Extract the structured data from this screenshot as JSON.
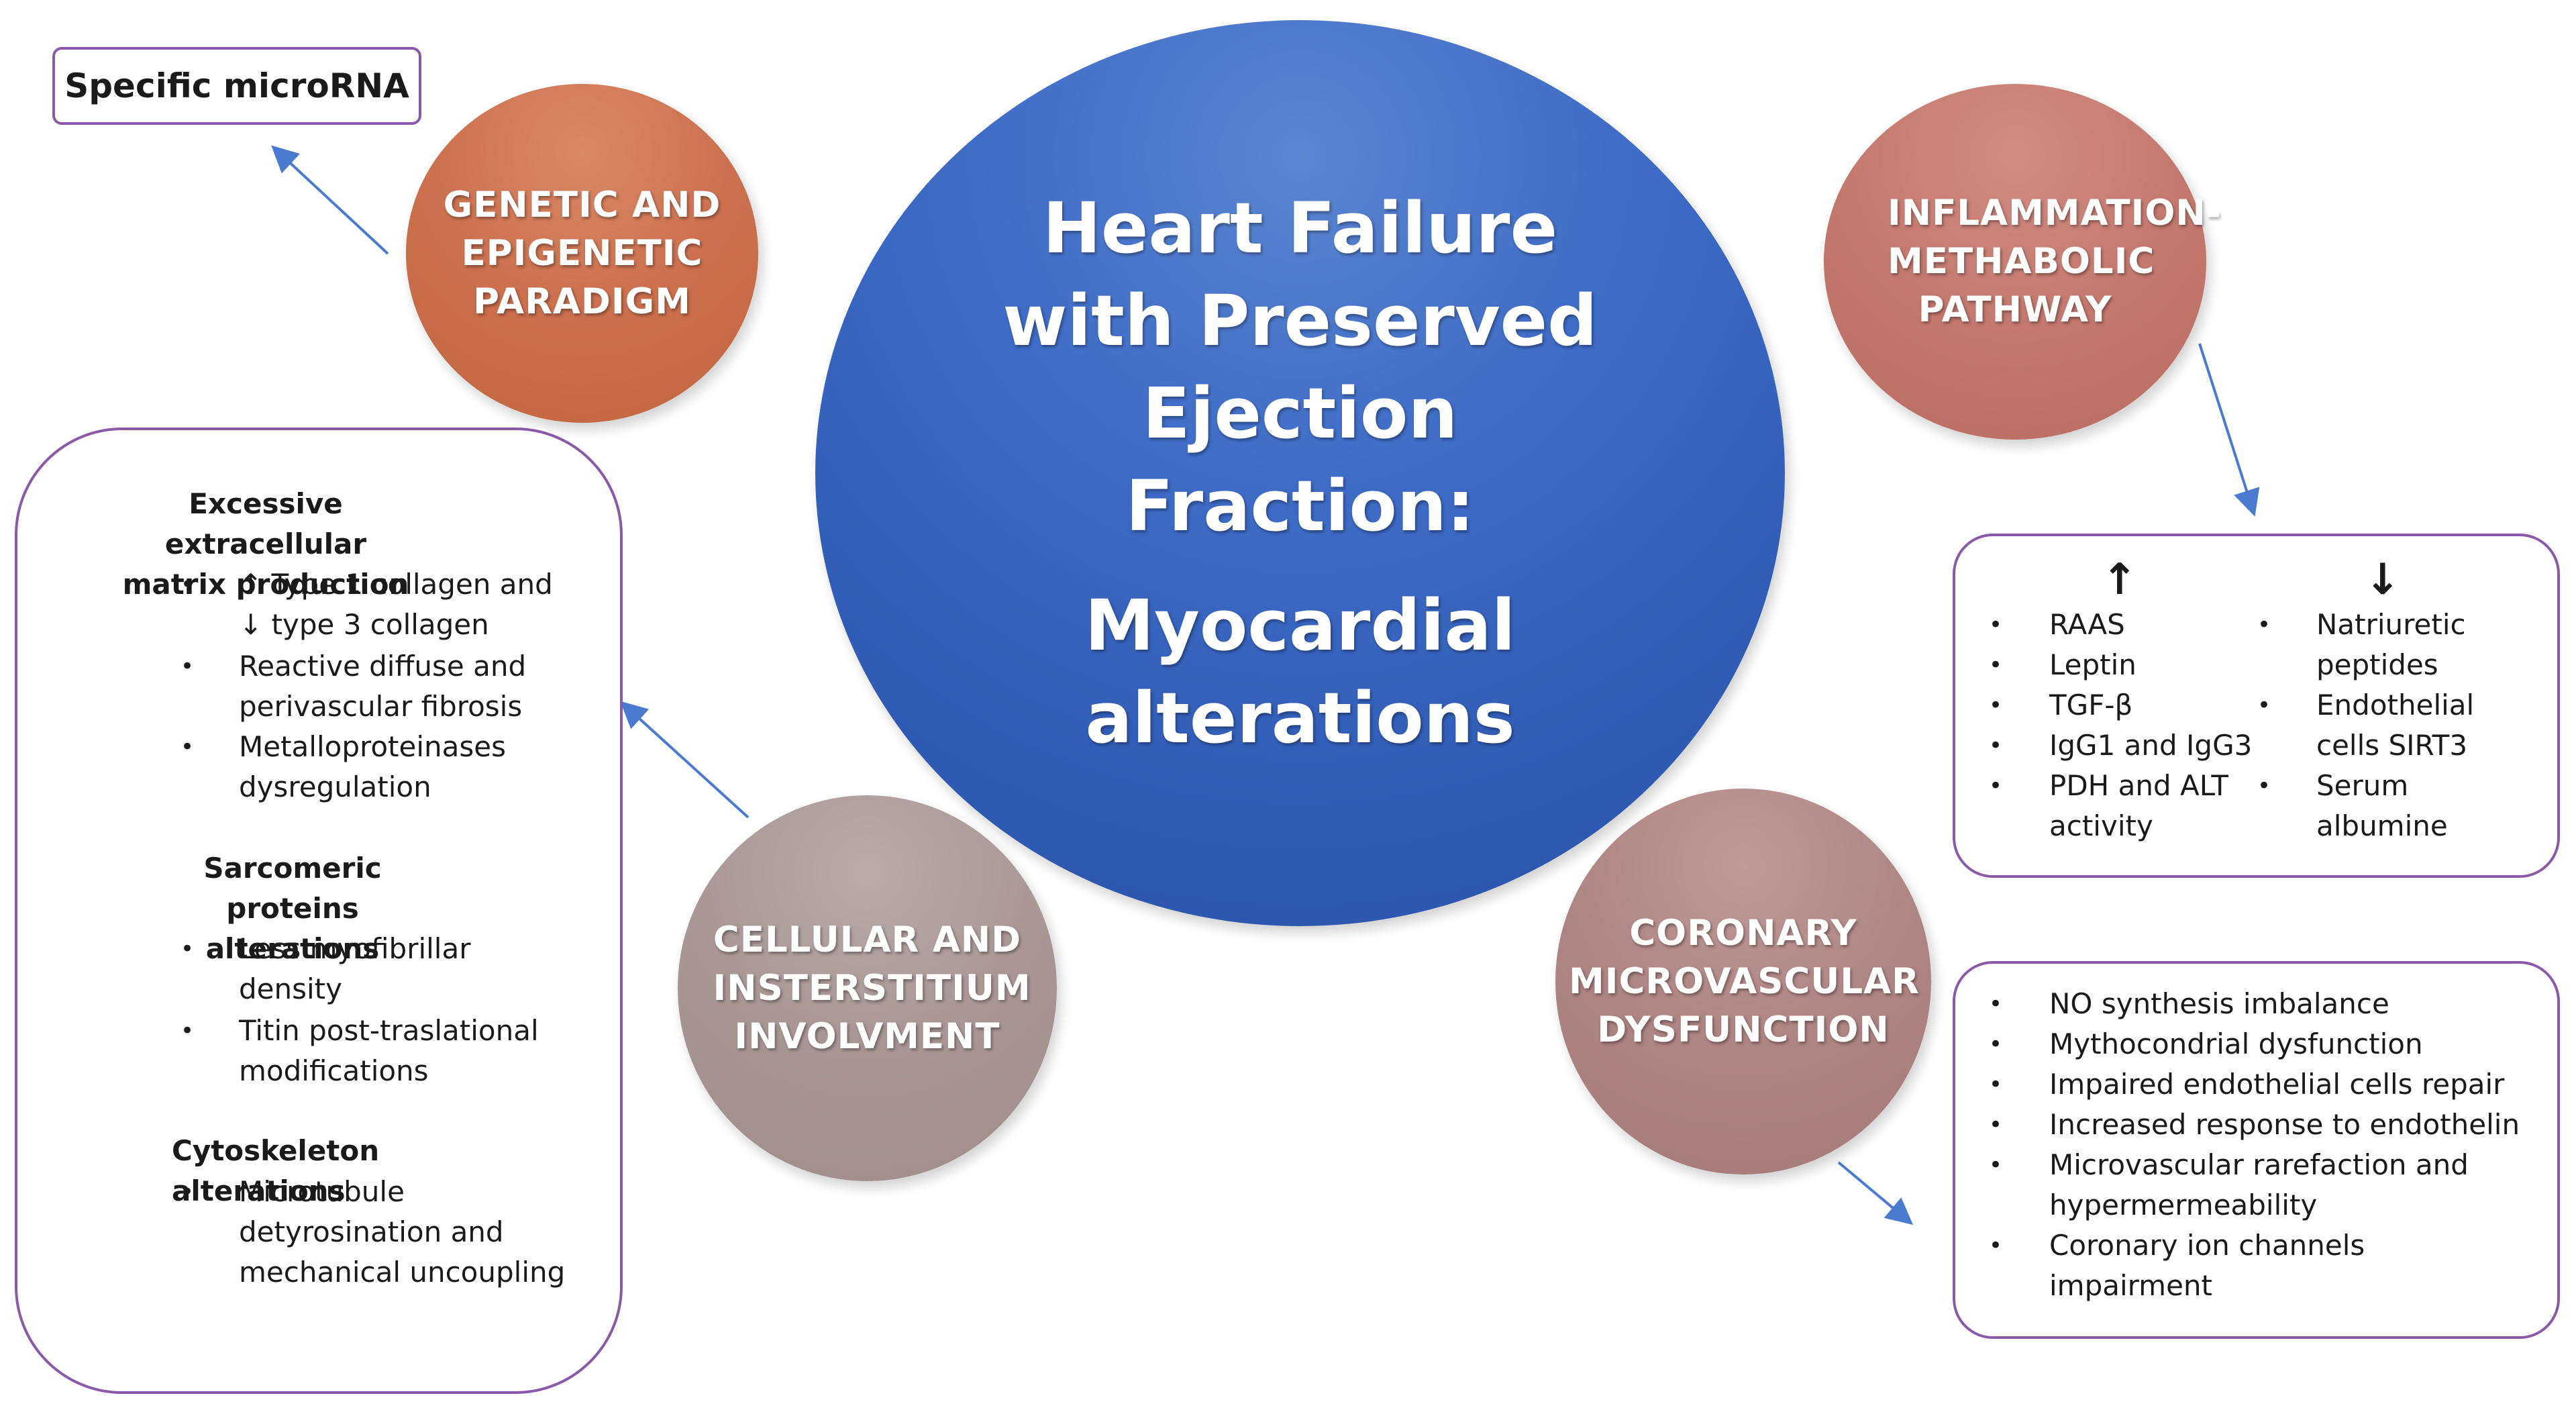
{
  "main": {
    "title": "Heart Failure with Preserved Ejection Fraction:",
    "subtitle": "Myocardial alterations"
  },
  "genetic": {
    "label": "GENETIC AND EPIGENETIC PARADIGM"
  },
  "microrna": {
    "label": "Specific microRNA"
  },
  "inflammation": {
    "label": "INFLAMMATION- METHABOLIC PATHWAY",
    "up_symbol": "↑",
    "down_symbol": "↓",
    "up_items": [
      "RAAS",
      "Leptin",
      "TGF-β",
      "IgG1 and IgG3",
      "PDH and ALT",
      "activity"
    ],
    "down_items": [
      "Natriuretic",
      "peptides",
      "Endothelial",
      "cells SIRT3",
      "Serum",
      "albumine"
    ]
  },
  "cellular": {
    "label": "CELLULAR AND INSTERSTITIUM INVOLVMENT",
    "section1": {
      "heading_line1": "Excessive extracellular",
      "heading_line2": "matrix production",
      "lines": [
        "↑ Type 1 collagen and",
        "↓ type 3 collagen",
        "Reactive diffuse and",
        "perivascular fibrosis",
        "Metalloproteinases",
        "dysregulation"
      ]
    },
    "section2": {
      "heading_line1": "Sarcomeric proteins",
      "heading_line2": "alterations",
      "lines": [
        "Less myofibrillar",
        "density",
        "Titin post-traslational",
        "modifications"
      ]
    },
    "section3": {
      "heading_line1": "Cytoskeleton  alterations",
      "lines": [
        "Microtubule",
        "detyrosination and",
        "mechanical uncoupling"
      ]
    }
  },
  "coronary": {
    "label": "CORONARY MICROVASCULAR DYSFUNCTION",
    "lines": [
      "NO synthesis imbalance",
      "Mythocondrial  dysfunction",
      "Impaired endothelial cells repair",
      "Increased response to endothelin",
      "Microvascular rarefaction and",
      "hypermermeability",
      "Coronary ion channels",
      "impairment"
    ]
  },
  "bullet": "•",
  "colors": {
    "main_circle": "#3f6cc7",
    "genetic_circle": "#c86c48",
    "inflammation_circle": "#c07369",
    "cellular_circle": "#a49392",
    "coronary_circle": "#ab7f7e",
    "box_border": "#8a5aa8",
    "connector": "#4a7bd0"
  }
}
